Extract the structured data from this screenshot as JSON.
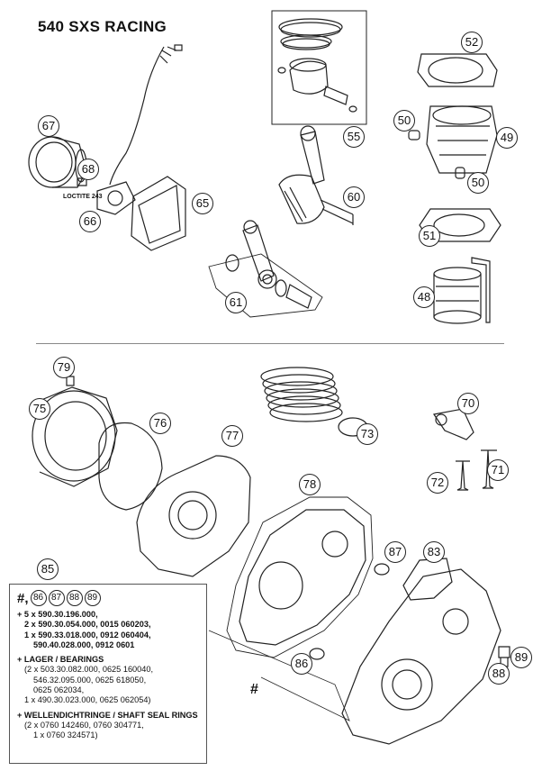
{
  "title": "540 SXS RACING",
  "loctite_label": "LOCTITE 243",
  "hash_symbol": "#",
  "callouts": {
    "c52": "52",
    "c55": "55",
    "c67": "67",
    "c50a": "50",
    "c49": "49",
    "c68": "68",
    "c50b": "50",
    "c65": "65",
    "c60": "60",
    "c66": "66",
    "c51": "51",
    "c48": "48",
    "c61": "61",
    "c79": "79",
    "c70": "70",
    "c75": "75",
    "c76": "76",
    "c73": "73",
    "c77": "77",
    "c72": "72",
    "c71": "71",
    "c78": "78",
    "c87": "87",
    "c83": "83",
    "c85": "85",
    "c86": "86",
    "c88": "88",
    "c89": "89"
  },
  "legend": {
    "hash": "#,",
    "refs": [
      "86",
      "87",
      "88",
      "89"
    ],
    "section1_lines": [
      "+ 5 x 590.30.196.000,",
      "2 x 590.30.054.000, 0015 060203,",
      "1 x 590.33.018.000, 0912 060404,",
      "590.40.028.000, 0912 0601"
    ],
    "section2_title": "+ LAGER / BEARINGS",
    "section2_lines": [
      "(2 x 503.30.082.000, 0625 160040,",
      "546.32.095.000, 0625 618050,",
      "0625 062034,",
      "1 x 490.30.023.000, 0625 062054)"
    ],
    "section3_title": "+ WELLENDICHTRINGE / SHAFT SEAL RINGS",
    "section3_lines": [
      "(2 x 0760 142460, 0760 304771,",
      "1 x 0760 324571)"
    ]
  }
}
